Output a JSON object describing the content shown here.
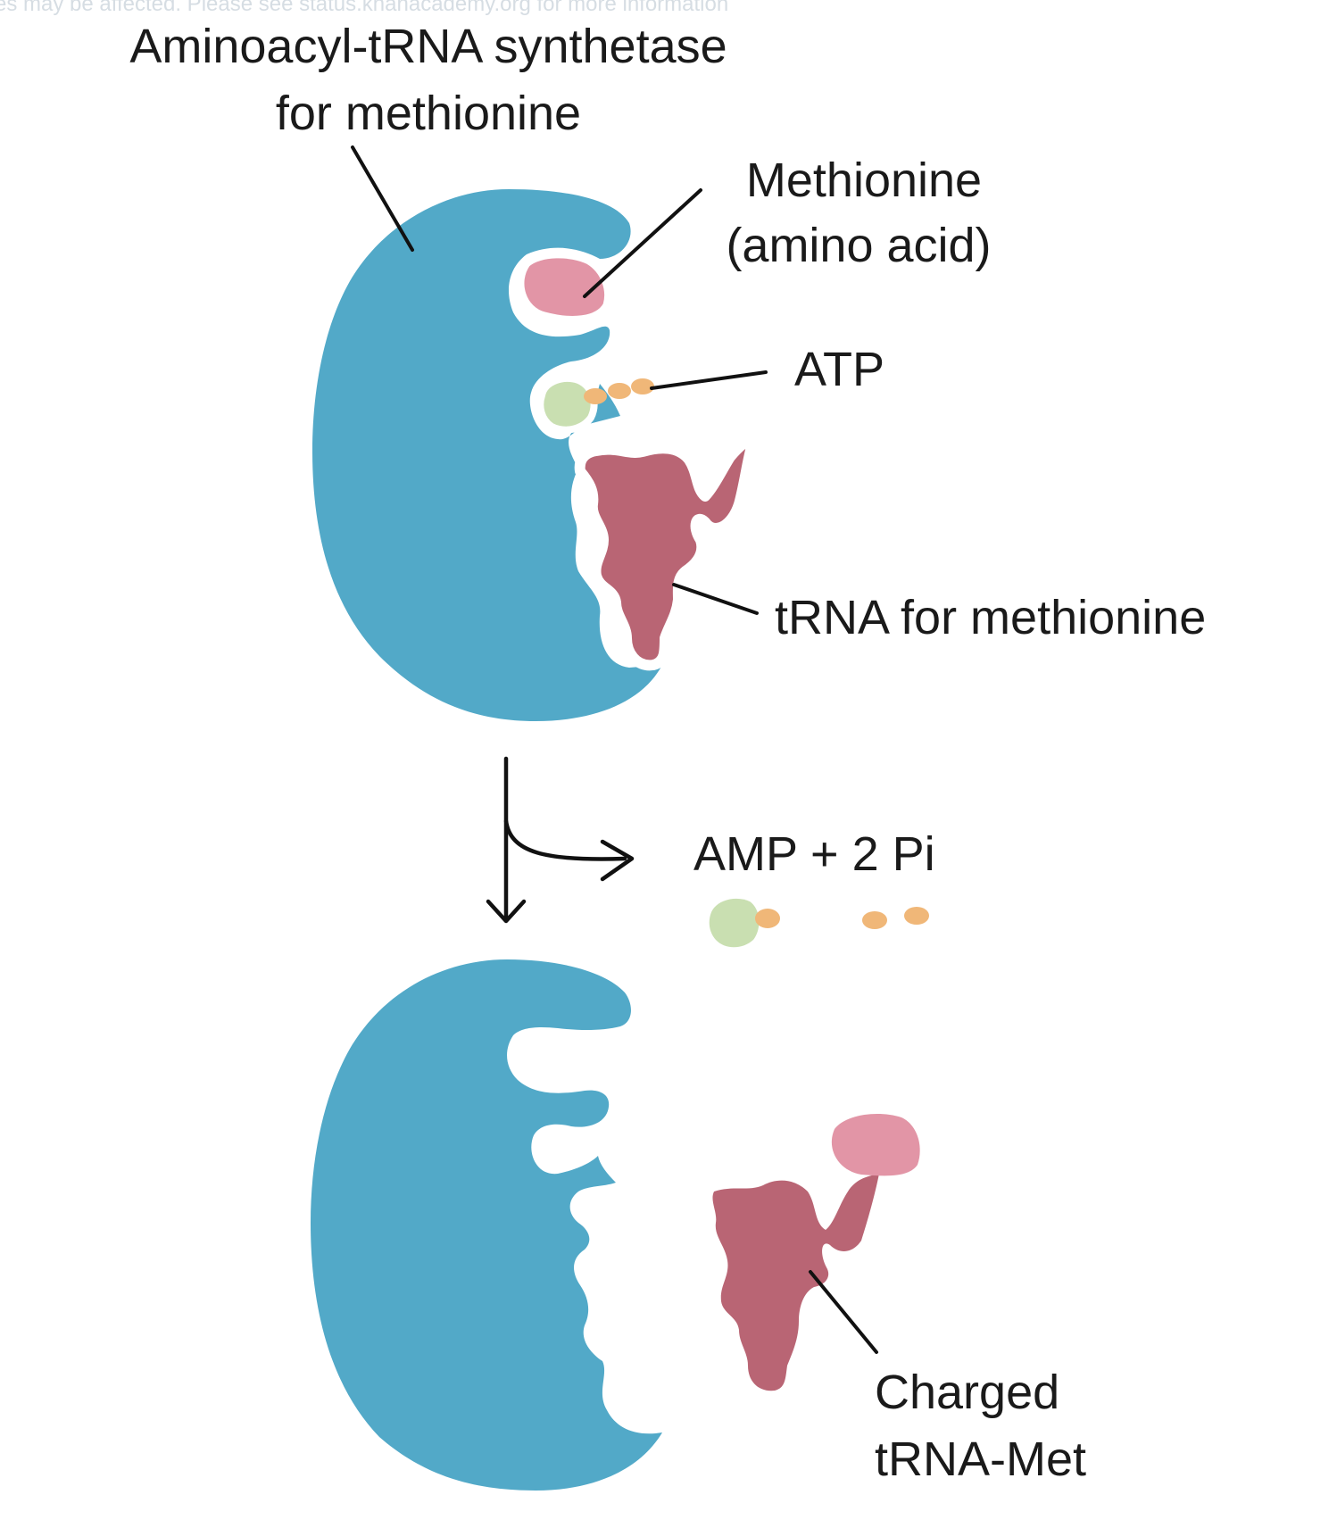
{
  "banner_text": "es may be affected. Please see status.khanacademy.org for more information",
  "labels": {
    "synthetase_line1": "Aminoacyl-tRNA synthetase",
    "synthetase_line2": "for methionine",
    "methionine_line1": "Methionine",
    "methionine_line2": "(amino acid)",
    "atp": "ATP",
    "trna": "tRNA for methionine",
    "products": "AMP + 2 Pi",
    "charged_line1": "Charged",
    "charged_line2": "tRNA-Met"
  },
  "colors": {
    "enzyme": "#52a9c8",
    "methionine": "#e295a6",
    "trna": "#b96574",
    "adenosine": "#c9dfb1",
    "phosphate": "#f0b778",
    "line": "#111111"
  }
}
